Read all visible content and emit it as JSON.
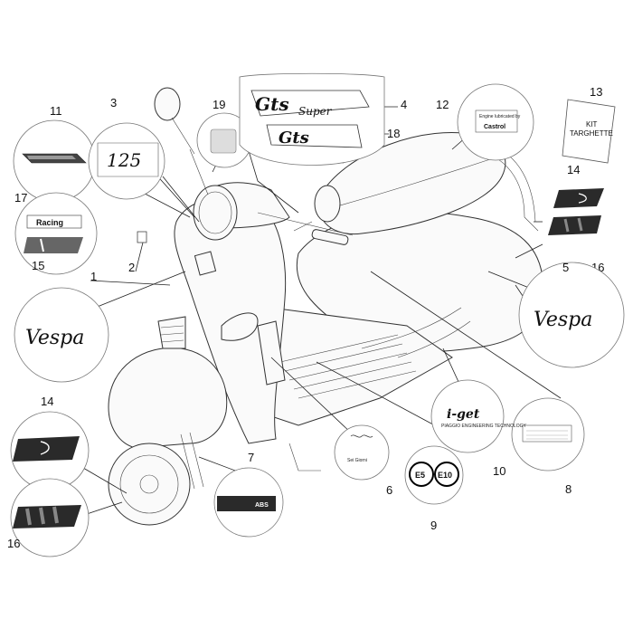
{
  "callouts": {
    "n1": "1",
    "n2": "2",
    "n3": "3",
    "n4": "4",
    "n5": "5",
    "n6": "6",
    "n7": "7",
    "n8": "8",
    "n9": "9",
    "n10": "10",
    "n11": "11",
    "n12": "12",
    "n13": "13",
    "n14a": "14",
    "n14b": "14",
    "n15": "15",
    "n16a": "16",
    "n16b": "16",
    "n17": "17",
    "n18": "18",
    "n19": "19"
  },
  "labels": {
    "gts_super_main": "Gts",
    "gts_super_sub": "Super",
    "gts": "Gts",
    "castrol_line1": "Engine lubricated by",
    "castrol_brand": "Castrol",
    "kit_line1": "KIT",
    "kit_line2": "TARGHETTE",
    "racing": "Racing",
    "vespa": "Vespa",
    "model_125": "125",
    "abs": "ABS",
    "igot": "i-get",
    "igot_sub": "PIAGGIO ENGINEERING TECHNOLOGY",
    "e5": "E5",
    "e10": "E10",
    "sei_giorni_caption": "Sei Giorni"
  },
  "colors": {
    "line": "#222222",
    "circle": "#777777",
    "sticker_dark": "#2a2a2a",
    "sticker_mid": "#888888"
  },
  "icons": {
    "scooter": "scooter-illustration",
    "vespa_logo": "vespa-script-logo",
    "castrol_logo": "castrol-logo",
    "stripe_s": "s-stripe-decal",
    "stripe_bars": "stripe-bars-decal"
  }
}
